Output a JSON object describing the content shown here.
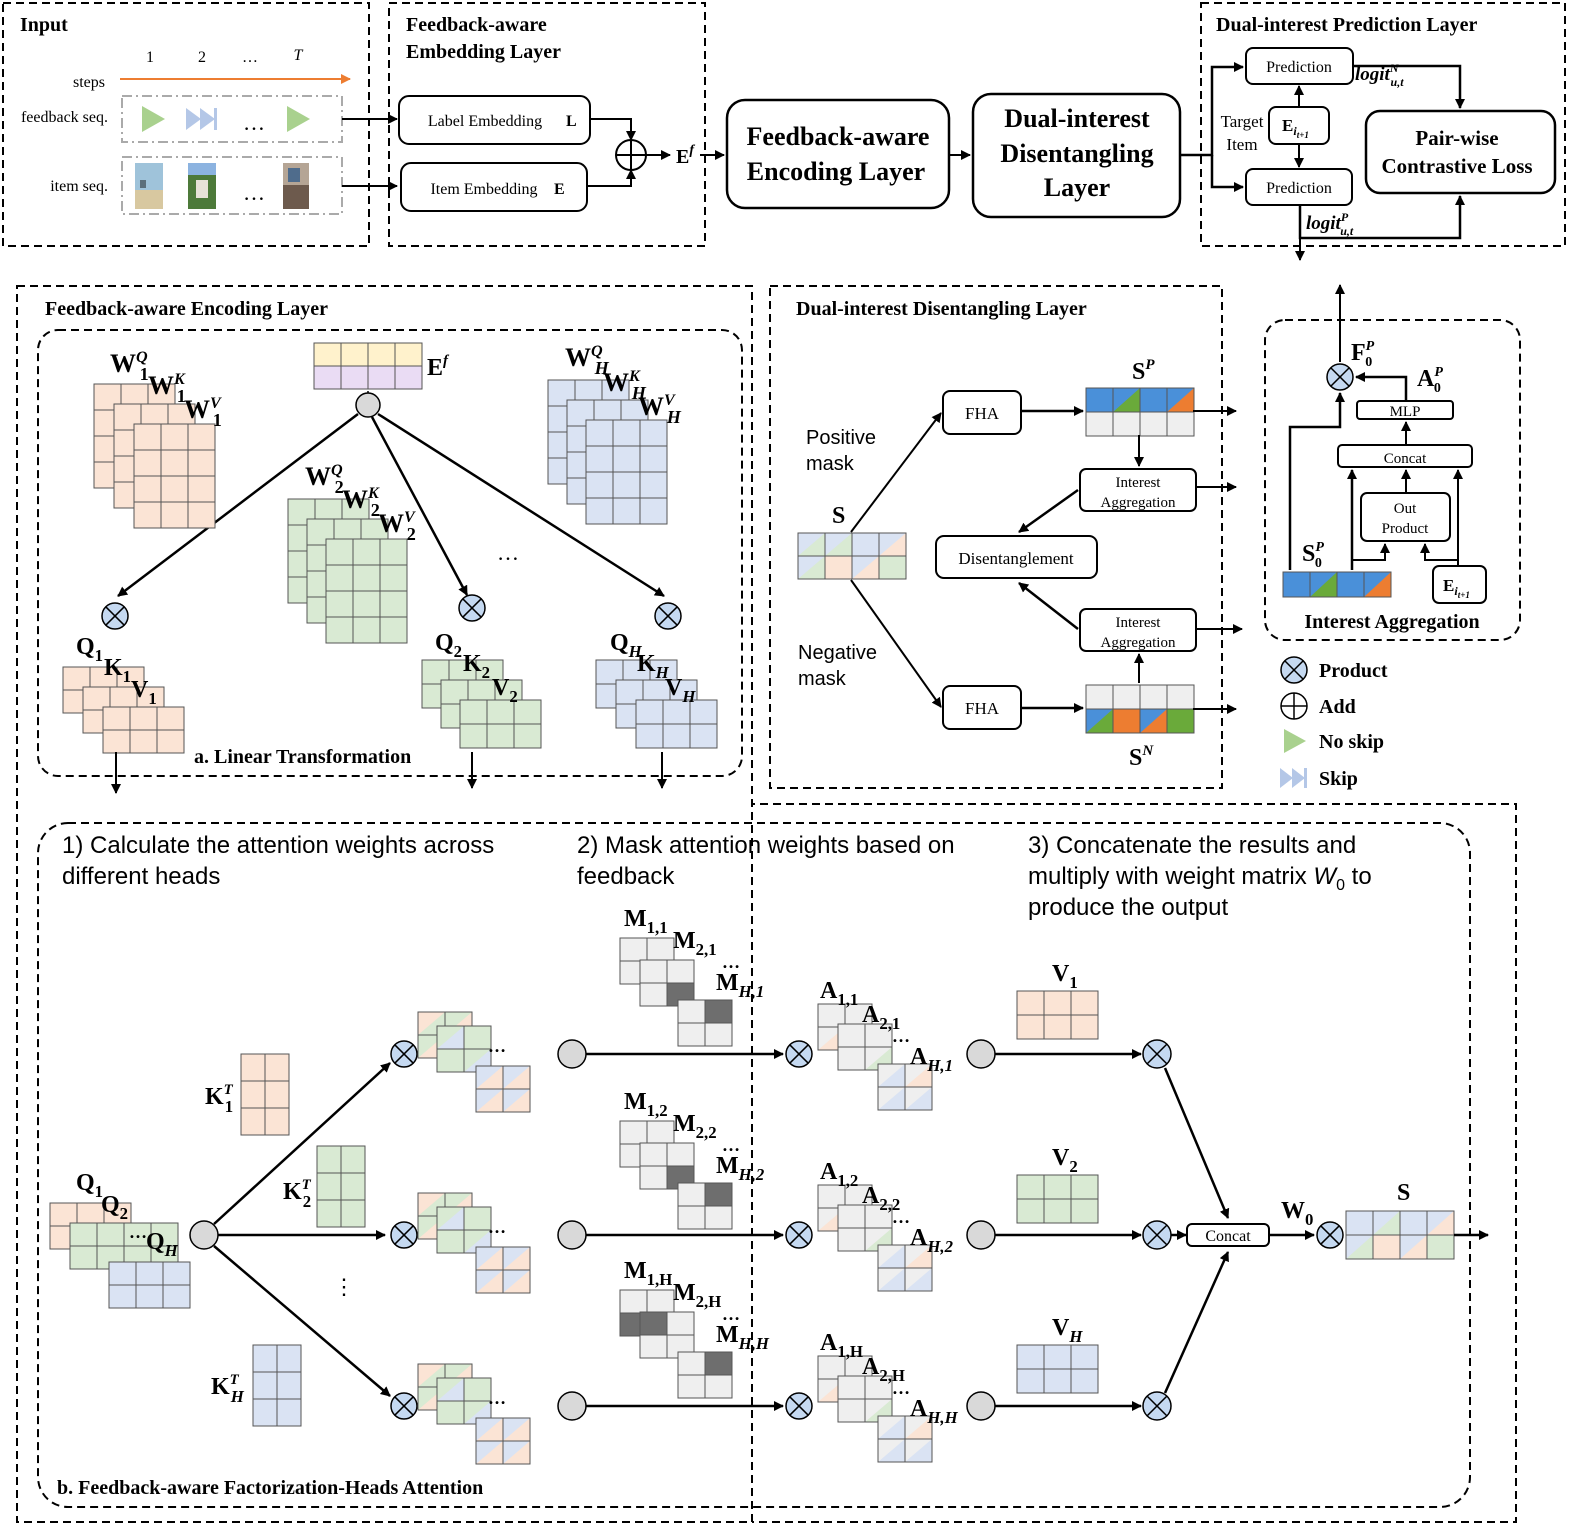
{
  "colors": {
    "orange": "#fbe4d5",
    "green": "#d9ead3",
    "blue": "#dae3f3",
    "grey": "#efefef",
    "dark": "#6e6e6e",
    "yellow": "#fff2cc",
    "purple": "#eadcf4",
    "sBlue": "#4a90d9",
    "sGreen": "#6aaa3a",
    "sOrange": "#ed7d31",
    "arrowOrange": "#ed7d31",
    "productFill": "#c5d9f1",
    "nodeFill": "#d9d9d9"
  },
  "top": {
    "input": {
      "title": "Input",
      "steps": "steps",
      "step_labels": [
        "1",
        "2",
        "…",
        "T"
      ],
      "feedback": "feedback seq.",
      "item": "item seq.",
      "dots": "…"
    },
    "embedding": {
      "title1": "Feedback-aware",
      "title2": "Embedding Layer",
      "label_emb": "Label Embedding",
      "label_sym": "L",
      "item_emb": "Item Embedding",
      "item_sym": "E",
      "ef": "E",
      "ef_sup": "f"
    },
    "encoding_box": {
      "l1": "Feedback-aware",
      "l2": "Encoding Layer"
    },
    "disentangling_box": {
      "l1": "Dual-interest",
      "l2": "Disentangling",
      "l3": "Layer"
    },
    "prediction": {
      "title": "Dual-interest Prediction Layer",
      "pred": "Prediction",
      "target1": "Target",
      "target2": "Item",
      "e": "E",
      "e_sub": "i",
      "e_subsub": "t+1",
      "logit": "logit",
      "sup_n": "N",
      "sup_p": "P",
      "sub_ut": "u,t",
      "loss1": "Pair-wise",
      "loss2": "Contrastive Loss"
    }
  },
  "encoding": {
    "title": "Feedback-aware Encoding Layer",
    "ef": "E",
    "ef_sup": "f",
    "w": "W",
    "sub1": "1",
    "sub2": "2",
    "subH": "H",
    "supQ": "Q",
    "supK": "K",
    "supV": "V",
    "q": "Q",
    "k": "K",
    "v": "V",
    "dots": "…",
    "caption": "a. Linear Transformation"
  },
  "disentangle": {
    "title": "Dual-interest Disentangling Layer",
    "pos1": "Positive",
    "pos2": "mask",
    "neg1": "Negative",
    "neg2": "mask",
    "s": "S",
    "fha": "FHA",
    "sp": "S",
    "sup_p": "P",
    "sn": "S",
    "sup_n": "N",
    "agg1": "Interest",
    "agg2": "Aggregation",
    "dis": "Disentanglement"
  },
  "aggregation": {
    "f": "F",
    "a": "A",
    "sup": "P",
    "sub": "0",
    "mlp": "MLP",
    "concat": "Concat",
    "out1": "Out",
    "out2": "Product",
    "s": "S",
    "e": "E",
    "e_sub": "i",
    "e_subsub": "t+1",
    "caption": "Interest Aggregation"
  },
  "legend": {
    "product": "Product",
    "add": "Add",
    "noskip": "No skip",
    "skip": "Skip"
  },
  "attention": {
    "step1_l1": "1) Calculate the attention weights across",
    "step1_l2": "different heads",
    "step2_l1": "2) Mask attention weights based on",
    "step2_l2": "feedback",
    "step3_l1": "3) Concatenate the results and",
    "step3_l2a": "multiply with weight matrix ",
    "step3_w": "W",
    "step3_wsub": "0",
    "step3_l2b": " to",
    "step3_l3": "produce the output",
    "q": "Q",
    "k": "K",
    "m": "M",
    "a": "A",
    "v": "V",
    "t": "T",
    "s": "S",
    "w0": "W",
    "w0sub": "0",
    "concat": "Concat",
    "dots": "…",
    "vdots": "⋮",
    "sub1": "1",
    "sub2": "2",
    "subH": "H",
    "m_subs": [
      [
        "1,1",
        "2,1",
        "H,1"
      ],
      [
        "1,2",
        "2,2",
        "H,2"
      ],
      [
        "1,H",
        "2,H",
        "H,H"
      ]
    ],
    "caption": "b. Feedback-aware Factorization-Heads Attention"
  }
}
